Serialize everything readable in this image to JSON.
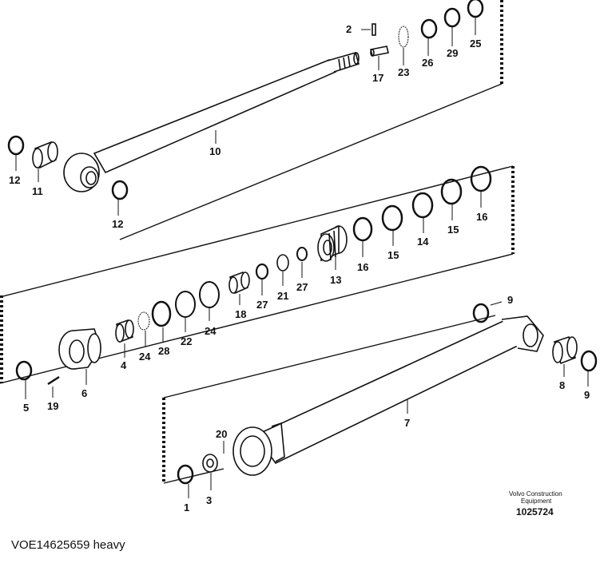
{
  "callouts": [
    "2",
    "17",
    "23",
    "26",
    "29",
    "25",
    "10",
    "12",
    "11",
    "12",
    "16",
    "15",
    "14",
    "15",
    "16",
    "13",
    "27",
    "21",
    "27",
    "18",
    "24",
    "22",
    "28",
    "24",
    "4",
    "6",
    "5",
    "19",
    "9",
    "8",
    "9",
    "7",
    "20",
    "1",
    "3"
  ],
  "brand": {
    "line1": "Volvo Construction",
    "line2": "Equipment"
  },
  "drawing_number": "1025724",
  "caption": "VOE14625659 heavy"
}
